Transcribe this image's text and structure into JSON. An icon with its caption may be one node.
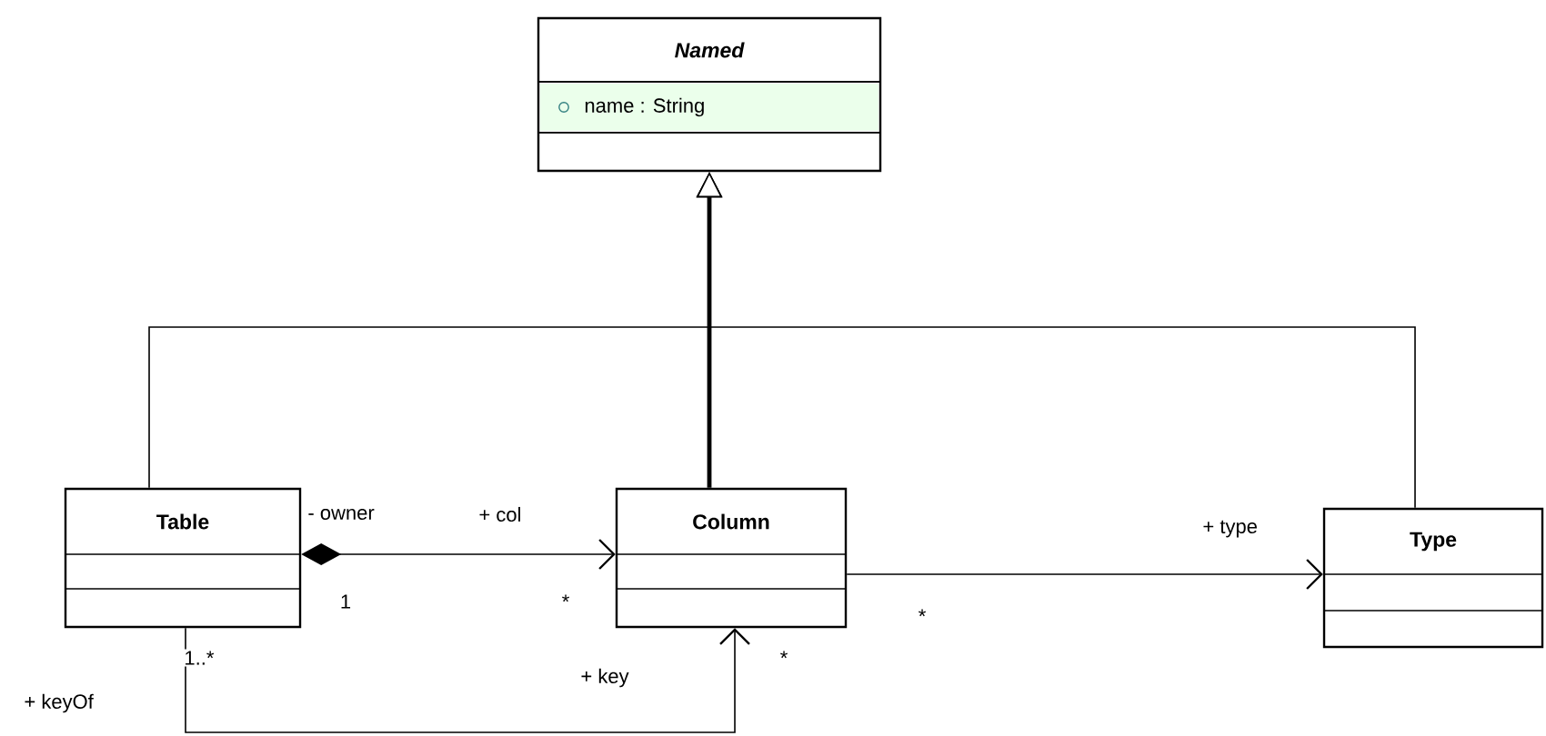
{
  "diagram": {
    "nodes": [
      {
        "text": [
          "Named",
          "name : String"
        ]
      },
      {
        "text": [
          "Table"
        ]
      },
      {
        "text": [
          "Column"
        ]
      },
      {
        "text": [
          "Type"
        ]
      }
    ],
    "edges": [
      {
        "from": 1,
        "to": 0,
        "arrow": "to"
      },
      {
        "from": 2,
        "to": 0,
        "arrow": "to",
        "style": "thick"
      },
      {
        "from": 3,
        "to": 0,
        "arrow": "to"
      },
      {
        "from": 1,
        "to": 2,
        "arrow": "to"
      },
      {
        "from": 2,
        "to": 3,
        "arrow": "to"
      },
      {
        "from": 1,
        "to": 2,
        "arrow": "to"
      }
    ],
    "labels": [
      "- owner",
      "+ col",
      "1",
      "*",
      "+ type",
      "*",
      "1..*",
      "+ keyOf",
      "+ key",
      "*"
    ]
  }
}
